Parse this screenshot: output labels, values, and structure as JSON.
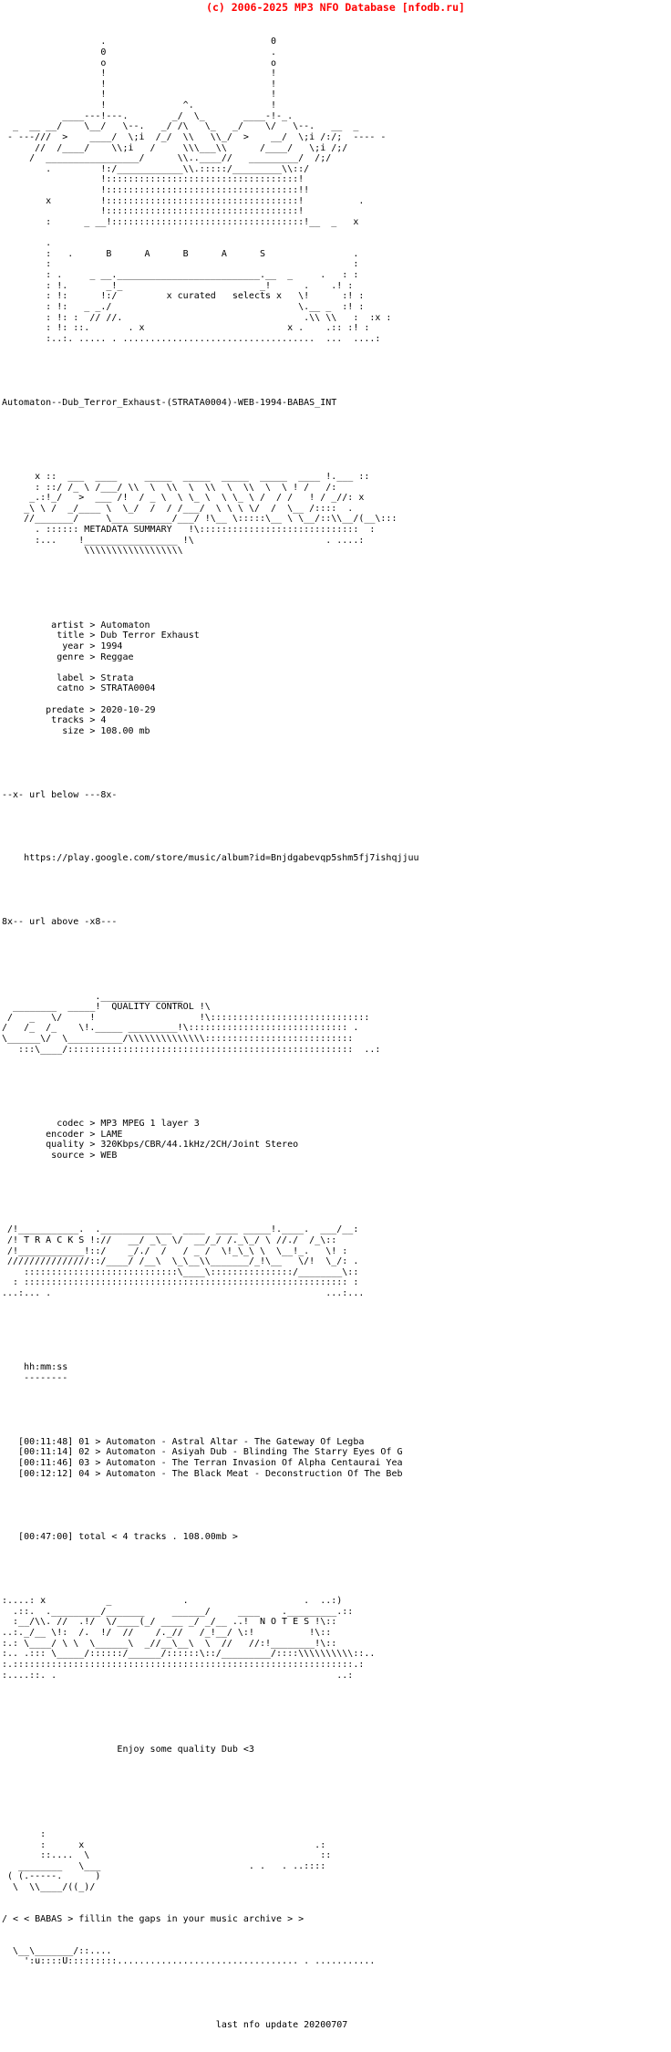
{
  "header": {
    "copyright": "(c) 2006-2025 MP3 NFO Database [nfodb.ru]",
    "color": "#ff0000"
  },
  "logo": {
    "group_letters": "B   A   B   A   S",
    "tagline": "x curated   selects x"
  },
  "release": {
    "dirname": "Automaton--Dub_Terror_Exhaust-(STRATA0004)-WEB-1994-BABAS_INT"
  },
  "sections": {
    "metadata_banner": "METADATA SUMMARY",
    "quality_banner": "QUALITY CONTROL",
    "tracks_banner": "T R A C K S",
    "notes_banner": "N O T E S"
  },
  "metadata": {
    "groups": [
      [
        {
          "key": "artist",
          "sep": ">",
          "value": "Automaton"
        },
        {
          "key": "title",
          "sep": ">",
          "value": "Dub Terror Exhaust"
        },
        {
          "key": "year",
          "sep": ">",
          "value": "1994"
        },
        {
          "key": "genre",
          "sep": ">",
          "value": "Reggae"
        }
      ],
      [
        {
          "key": "label",
          "sep": ">",
          "value": "Strata"
        },
        {
          "key": "catno",
          "sep": ">",
          "value": "STRATA0004"
        }
      ],
      [
        {
          "key": "predate",
          "sep": ">",
          "value": "2020-10-29"
        },
        {
          "key": "tracks",
          "sep": ">",
          "value": "4"
        },
        {
          "key": "size",
          "sep": ">",
          "value": "108.00 mb"
        }
      ]
    ]
  },
  "url_block": {
    "open_marker": "--x- url below ---8x-",
    "url": "https://play.google.com/store/music/album?id=Bnjdgabevqp5shm5fj7ishqjjuu",
    "close_marker": "8x-- url above -x8---"
  },
  "quality": {
    "rows": [
      {
        "key": "codec",
        "sep": ">",
        "value": "MP3 MPEG 1 layer 3"
      },
      {
        "key": "encoder",
        "sep": ">",
        "value": "LAME"
      },
      {
        "key": "quality",
        "sep": ">",
        "value": "320Kbps/CBR/44.1kHz/2CH/Joint Stereo"
      },
      {
        "key": "source",
        "sep": ">",
        "value": "WEB"
      }
    ]
  },
  "tracklist": {
    "time_header": "hh:mm:ss",
    "time_rule": "--------",
    "rows": [
      {
        "time": "[00:11:48]",
        "num": "01",
        "sep": ">",
        "title": "Automaton - Astral Altar - The Gateway Of Legba"
      },
      {
        "time": "[00:11:14]",
        "num": "02",
        "sep": ">",
        "title": "Automaton - Asiyah Dub - Blinding The Starry Eyes Of G"
      },
      {
        "time": "[00:11:46]",
        "num": "03",
        "sep": ">",
        "title": "Automaton - The Terran Invasion Of Alpha Centaurai Yea"
      },
      {
        "time": "[00:12:12]",
        "num": "04",
        "sep": ">",
        "title": "Automaton - The Black Meat - Deconstruction Of The Beb"
      }
    ],
    "total": "[00:47:00] total < 4 tracks . 108.00mb >"
  },
  "notes": {
    "text": "Enjoy some quality Dub <3"
  },
  "footer": {
    "signature": "< < BABAS > fillin the gaps in your music archive > >",
    "last_update": "last nfo update 20200707"
  },
  "ascii": {
    "logo_block": "                  .                              0\n                  0                              .\n                  o                              o\n                  !                              !\n                  !                              !\n                  !                              !\n                  !              ^.              !\n           ____---!---.        _/  \\_       ____-!-_.\n  _  __ __/    \\__/   \\--.   _/ /\\   \\_   _/    \\/   \\--.   __  _\n - ---///  >    ____/  \\;i  /_/  \\\\   \\\\_/  >    __/  \\;i /:/;  ---- -\n      //  /____/    \\\\;i   /     \\\\\\___\\\\      /____/   \\;i /;/\n     /  _________________/      \\\\..____//   _________/  /;/\n        .         !:/____________\\\\.:::::/_________\\\\::/\n                  !:::::::::::::::::::::::::::::::::::!\n                  !:::::::::::::::::::::::::::::::::::!!\n        x         !:::::::::::::::::::::::::::::::::::!          .\n                  !:::::::::::::::::::::::::::::::::::!\n        :      _ __!:::::::::::::::::::::::::::::::::::!__  _   x\n\n        .\n        :   .      B      A      B      A      S                .\n        :                                                       :\n        : .     _ __.__________________________.__  _     .   : :\n        : !.       _!_                         _!      .    .! :\n        : !:      !:/         x curated   selects x   \\!      :! :\n        : !:   _ _./                                  \\.__ _  :! :\n        : !: :  // //.                                 .\\\\ \\\\   :  :x :\n        : !: ::.       . x                          x .    .:: :! :\n        :..:. ..... . ...................................  ...  ....:",
    "meta_banner_block": "      x ::  ___  ____     _____  _____  _____  _____  ____ !.___ ::\n      : ::/ /_ \\ /___/ \\\\  \\  \\\\  \\  \\\\  \\  \\\\  \\  \\ ! /   /:\n     _.:!_/   >  ___ /!  / _ \\  \\ \\_ \\  \\ \\_ \\ /  / /   ! / _//: x\n    _\\ \\ /  _/____ \\  \\_/  /  / /___/  \\ \\ \\ \\/  /  \\__ /::::  .\n    //_______/     \\___________/___/ !\\__ \\:::::\\__ \\ \\__/::\\\\__/(__\\:::\n      . :::::: METADATA SUMMARY   !\\:::::::::::::::::::::::::::::  :\n      :...    !_________________ !\\                        . ....:\n               \\\\\\\\\\\\\\\\\\\\\\\\\\\\\\\\\\\\",
    "quality_banner_block": "                 ._______________\n  ________  _____!  QUALITY CONTROL !\\\n /   _   \\/     !                   !\\:::::::::::::::::::::::::::::\n/   /_  /_    \\!._____ _________!\\::::::::::::::::::::::::::::: .\n\\______\\/  \\__________/\\\\\\\\\\\\\\\\\\\\\\\\\\\\:::::::::::::::::::::::::::\n   :::\\____/::::::::::::::::::::::::::::::::::::::::::::::::::::  ..:",
    "tracks_banner_block": " /!___________.  ._____________  ____  ____ _____!.____.  ___/__:\n /! T R A C K S !://   __/ _\\_ \\/  __/_/ /._\\_/ \\ //./  /_\\::\n /!____________!::/    _/./  /   / _ /  \\!_\\_\\ \\  \\__!_.   \\! :\n ///////////////::/____/ /__\\  \\_\\__\\\\_______/_!\\__   \\/!  \\_/: .\n    ::::::::::::::::::::::::::::\\____\\:::::::::::::::/________\\::\n  : ::::::::::::::::::::::::::::::::::::::::::::::::::::::::::: :\n...:... .                                                  ...:...",
    "notes_banner_block": ":....: x           _             .                     .  ..:)\n  .::.  ._________/_______     ______/     ____    ._________.::\n  :__/\\\\. //  .!/  \\/____(_/ ____ _/ _/__ ..!  N O T E S !\\::\n..:._/__ \\!:  /.  !/  //    /._//   /_!__/ \\:!          !\\::\n:.: \\____/ \\ \\  \\______\\  _//__\\__\\  \\  //   //:!________!\\::\n:.. .::: \\_____/::::::/______/::::::\\::/_________/::::\\\\\\\\\\\\\\\\\\\\::..\n:.::::::::::::::::::::::::::::::::::::::::::::::::::::::::::::::.:\n:....::. .                                                   ..:",
    "footer_block": "       :\n       :      x                                          .:\n       ::....  \\                                          ::\n   ________   \\___                           . .   . ..::::\n ( (.-----.      )\n  \\  \\\\____/((_)/ ",
    "footer_tail": "  \\__\\_______/::....\n    ':u::::U:::::::::................................. . ..........."
  }
}
